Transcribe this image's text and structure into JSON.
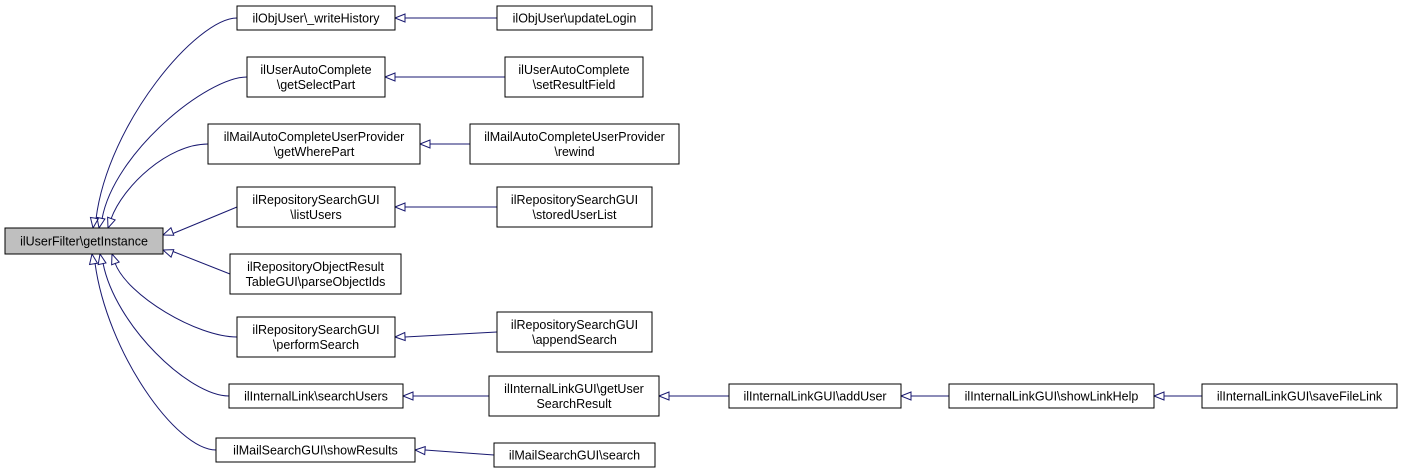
{
  "graph": {
    "nodes": {
      "root": {
        "lines": [
          "ilUserFilter\\getInstance"
        ]
      },
      "n1": {
        "lines": [
          "ilObjUser\\_writeHistory"
        ]
      },
      "n1a": {
        "lines": [
          "ilObjUser\\updateLogin"
        ]
      },
      "n2": {
        "lines": [
          "ilUserAutoComplete",
          "\\getSelectPart"
        ]
      },
      "n2a": {
        "lines": [
          "ilUserAutoComplete",
          "\\setResultField"
        ]
      },
      "n3": {
        "lines": [
          "ilMailAutoCompleteUserProvider",
          "\\getWherePart"
        ]
      },
      "n3a": {
        "lines": [
          "ilMailAutoCompleteUserProvider",
          "\\rewind"
        ]
      },
      "n4": {
        "lines": [
          "ilRepositorySearchGUI",
          "\\listUsers"
        ]
      },
      "n4a": {
        "lines": [
          "ilRepositorySearchGUI",
          "\\storedUserList"
        ]
      },
      "n5": {
        "lines": [
          "ilRepositoryObjectResult",
          "TableGUI\\parseObjectIds"
        ]
      },
      "n6": {
        "lines": [
          "ilRepositorySearchGUI",
          "\\performSearch"
        ]
      },
      "n6a": {
        "lines": [
          "ilRepositorySearchGUI",
          "\\appendSearch"
        ]
      },
      "n7": {
        "lines": [
          "ilInternalLink\\searchUsers"
        ]
      },
      "n7a": {
        "lines": [
          "ilInternalLinkGUI\\getUser",
          "SearchResult"
        ]
      },
      "n7b": {
        "lines": [
          "ilInternalLinkGUI\\addUser"
        ]
      },
      "n7c": {
        "lines": [
          "ilInternalLinkGUI\\showLinkHelp"
        ]
      },
      "n7d": {
        "lines": [
          "ilInternalLinkGUI\\saveFileLink"
        ]
      },
      "n8": {
        "lines": [
          "ilMailSearchGUI\\showResults"
        ]
      },
      "n8a": {
        "lines": [
          "ilMailSearchGUI\\search"
        ]
      }
    },
    "edges": [
      [
        "n1",
        "root"
      ],
      [
        "n2",
        "root"
      ],
      [
        "n3",
        "root"
      ],
      [
        "n4",
        "root"
      ],
      [
        "n5",
        "root"
      ],
      [
        "n6",
        "root"
      ],
      [
        "n7",
        "root"
      ],
      [
        "n8",
        "root"
      ],
      [
        "n1a",
        "n1"
      ],
      [
        "n2a",
        "n2"
      ],
      [
        "n3a",
        "n3"
      ],
      [
        "n4a",
        "n4"
      ],
      [
        "n6a",
        "n6"
      ],
      [
        "n7a",
        "n7"
      ],
      [
        "n7b",
        "n7a"
      ],
      [
        "n7c",
        "n7b"
      ],
      [
        "n7d",
        "n7c"
      ],
      [
        "n8a",
        "n8"
      ]
    ]
  }
}
